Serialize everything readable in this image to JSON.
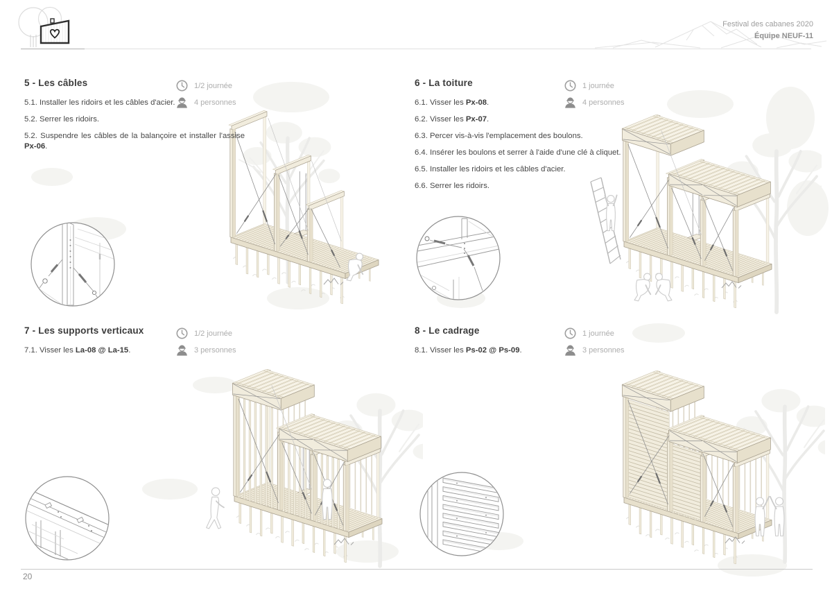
{
  "header": {
    "project": "Festival des cabanes 2020",
    "team": "Équipe NEUF-11",
    "logo_icon": "cabin-heart-logo",
    "decor_icon": "mountains-decoration"
  },
  "footer": {
    "page_number": "20"
  },
  "icons": {
    "duration_icon": "clock-icon",
    "crew_icon": "worker-icon"
  },
  "colors": {
    "wood": "#f1ecdd",
    "wood_light": "#f7f3e7",
    "wood_shadow": "#e7e0cc",
    "wood_end": "#ded6c0",
    "outline": "#a9a190",
    "outline_light": "#cfc8b4",
    "cable": "#8f8f8f",
    "title_text": "#3b3b3b",
    "body_text": "#474747",
    "muted_text": "#adadad",
    "icon_gray": "#8d8d8d",
    "rule": "#c9c9c9"
  },
  "sections": [
    {
      "title": "5 - Les câbles",
      "duration": "1/2 journée",
      "crew": "4 personnes",
      "steps": [
        {
          "pre": "5.1. Installer les ridoirs et les câbles d'acier.",
          "bold": "",
          "post": ""
        },
        {
          "pre": "5.2. Serrer les ridoirs.",
          "bold": "",
          "post": ""
        },
        {
          "pre": "5.2. Suspendre les câbles de la balançoire et installer l'assise ",
          "bold": "Px-06",
          "post": "."
        }
      ]
    },
    {
      "title": "6 - La toiture",
      "duration": "1 journée",
      "crew": "4 personnes",
      "steps": [
        {
          "pre": "6.1. Visser les ",
          "bold": "Px-08",
          "post": "."
        },
        {
          "pre": "6.2. Visser les ",
          "bold": "Px-07",
          "post": "."
        },
        {
          "pre": "6.3. Percer vis-à-vis l'emplacement des boulons.",
          "bold": "",
          "post": ""
        },
        {
          "pre": "6.4. Insérer les boulons et serrer à l'aide d'une clé à cliquet.",
          "bold": "",
          "post": ""
        },
        {
          "pre": "6.5. Installer les ridoirs et les câbles d'acier.",
          "bold": "",
          "post": ""
        },
        {
          "pre": "6.6. Serrer les ridoirs.",
          "bold": "",
          "post": ""
        }
      ]
    },
    {
      "title": "7 - Les supports verticaux",
      "duration": "1/2 journée",
      "crew": "3 personnes",
      "steps": [
        {
          "pre": "7.1. Visser les ",
          "bold": "La-08 @ La-15",
          "post": "."
        }
      ]
    },
    {
      "title": "8 - Le cadrage",
      "duration": "1 journée",
      "crew": "3 personnes",
      "steps": [
        {
          "pre": "8.1. Visser les ",
          "bold": "Ps-02 @ Ps-09",
          "post": "."
        }
      ]
    }
  ]
}
